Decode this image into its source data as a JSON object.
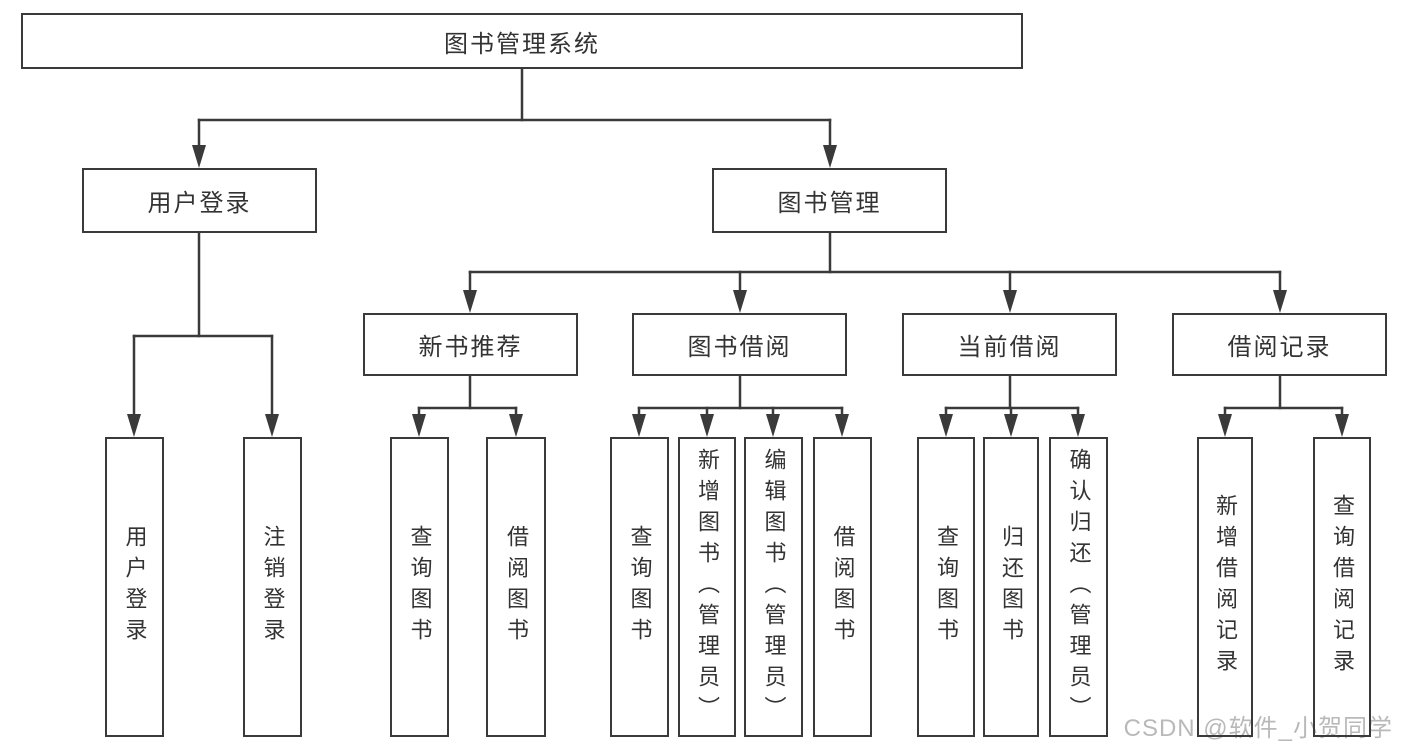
{
  "tree": {
    "root": "图书管理系统",
    "branches": [
      {
        "label": "用户登录",
        "children": [
          "用户登录",
          "注销登录"
        ]
      },
      {
        "label": "图书管理",
        "children": [
          {
            "label": "新书推荐",
            "children": [
              "查询图书",
              "借阅图书"
            ]
          },
          {
            "label": "图书借阅",
            "children": [
              "查询图书",
              "新增图书（管理员）",
              "编辑图书（管理员）",
              "借阅图书"
            ]
          },
          {
            "label": "当前借阅",
            "children": [
              "查询图书",
              "归还图书",
              "确认归还（管理员）"
            ]
          },
          {
            "label": "借阅记录",
            "children": [
              "新增借阅记录",
              "查询借阅记录"
            ]
          }
        ]
      }
    ]
  },
  "watermark": {
    "text": "CSDN @软件_小贺同学",
    "color": "#b9b9b9"
  },
  "colors": {
    "line": "#3a3a3a",
    "box_border": "#3a3a3a",
    "box_fill": "#ffffff",
    "text": "#333333",
    "background": "#ffffff"
  }
}
